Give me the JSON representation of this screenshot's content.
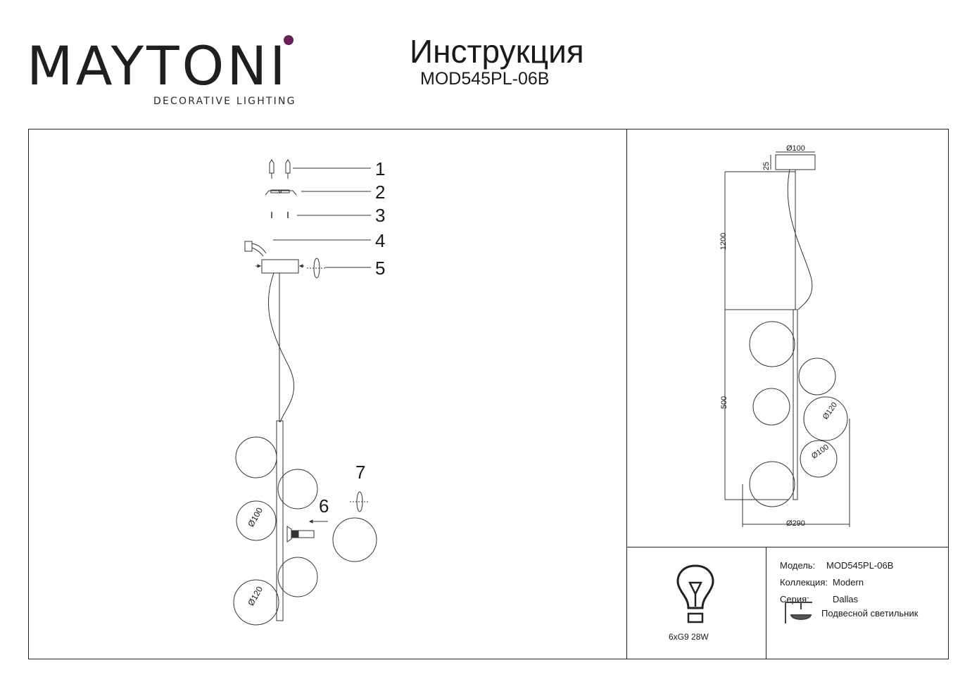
{
  "header": {
    "brand_letters": "MAYTONI",
    "brand_tagline": "DECORATIVE LIGHTING",
    "title": "Инструкция",
    "model": "MOD545PL-06B"
  },
  "colors": {
    "brand_accent": "#6a1e5a",
    "line": "#222222"
  },
  "assembly": {
    "callouts": [
      "1",
      "2",
      "3",
      "4",
      "5",
      "6",
      "7"
    ],
    "dimensions": [
      "Ø100",
      "Ø120"
    ]
  },
  "dimension_drawing": {
    "canopy_diameter": "Ø100",
    "canopy_height": "25",
    "cable_length": "1200",
    "body_height": "500",
    "globe_large": "Ø120",
    "globe_small": "Ø100",
    "overall_width": "Ø290"
  },
  "bulb": {
    "caption": "6xG9 28W",
    "icon": "bulb-icon"
  },
  "specs": {
    "model_label": "Модель:",
    "model_value": "MOD545PL-06B",
    "collection_label": "Коллекция:",
    "collection_value": "Modern",
    "series_label": "Серия:",
    "series_value": "Dallas",
    "type_value": "Подвесной светильник",
    "type_icon": "pendant-lamp-icon"
  }
}
